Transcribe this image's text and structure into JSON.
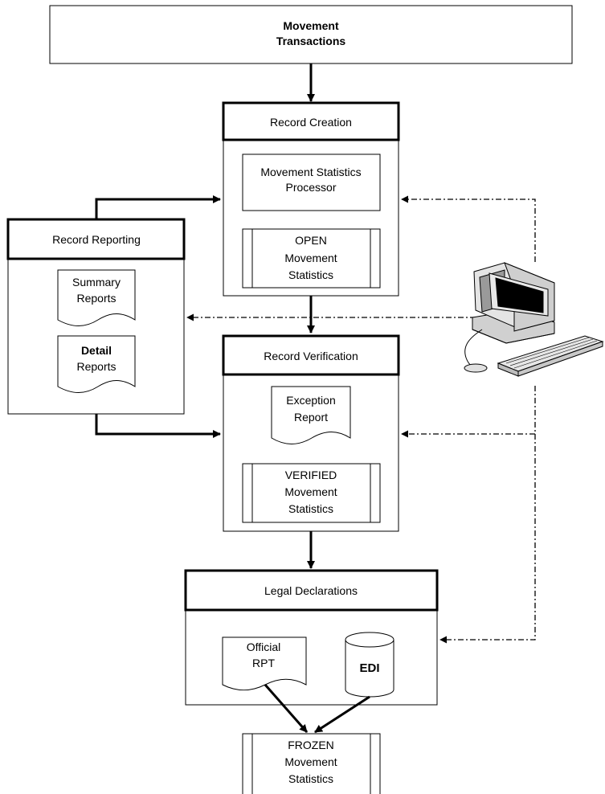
{
  "diagram": {
    "movement_transactions": {
      "line1": "Movement",
      "line2": "Transactions"
    },
    "record_creation": {
      "title": "Record Creation",
      "processor": {
        "line1": "Movement Statistics",
        "line2": "Processor"
      },
      "open_store": {
        "line1": "OPEN",
        "line2": "Movement",
        "line3": "Statistics"
      }
    },
    "record_reporting": {
      "title": "Record Reporting",
      "summary": {
        "line1": "Summary",
        "line2": "Reports"
      },
      "detail": {
        "line1": "Detail",
        "line2": "Reports"
      }
    },
    "record_verification": {
      "title": "Record Verification",
      "exception": {
        "line1": "Exception",
        "line2": "Report"
      },
      "verified_store": {
        "line1": "VERIFIED",
        "line2": "Movement",
        "line3": "Statistics"
      }
    },
    "legal_declarations": {
      "title": "Legal Declarations",
      "official": {
        "line1": "Official",
        "line2": "RPT"
      },
      "edi": "EDI"
    },
    "frozen_store": {
      "line1": "FROZEN",
      "line2": "Movement",
      "line3": "Statistics"
    },
    "workstation": "computer-workstation-icon"
  }
}
